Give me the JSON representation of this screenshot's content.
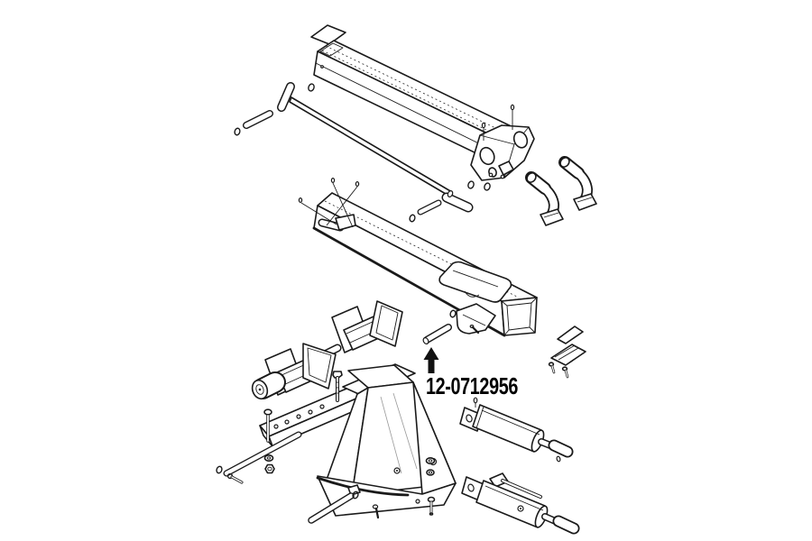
{
  "page": {
    "background_color": "#ffffff"
  },
  "diagram": {
    "kind": "exploded-parts-line-drawing",
    "line_color": "#1a1a1a",
    "callout": {
      "part_number": "12-0712956",
      "arrow_icon": "up-arrow-icon",
      "arrow_direction": "up",
      "color": "#000000"
    },
    "parts": [
      {
        "id": "top-cover-plate",
        "name": "cover plate"
      },
      {
        "id": "upper-beam",
        "name": "upper beam tube"
      },
      {
        "id": "slide-rod",
        "name": "slide rod with cross pins"
      },
      {
        "id": "clevis-pin-upper",
        "name": "clevis pin with ring"
      },
      {
        "id": "pivot-bracket",
        "name": "pivot bracket with bosses"
      },
      {
        "id": "lock-handle-left",
        "name": "lock handle"
      },
      {
        "id": "lock-handle-right",
        "name": "lock handle"
      },
      {
        "id": "lower-beam",
        "name": "lower beam tube"
      },
      {
        "id": "wedge-plate",
        "name": "wedge slide plate"
      },
      {
        "id": "slide-shoe",
        "name": "slide shoe"
      },
      {
        "id": "retaining-pin-mid",
        "name": "retaining pin with ring"
      },
      {
        "id": "callout-pin",
        "name": "pin 12-0712956"
      },
      {
        "id": "roller-assembly-upper",
        "name": "roller bracket assembly"
      },
      {
        "id": "roller-assembly-lower",
        "name": "roller bracket assembly"
      },
      {
        "id": "support-foot-assembly",
        "name": "wedge support foot assembly"
      },
      {
        "id": "clevis-rod-lower-left",
        "name": "clevis rod with cotter pin"
      },
      {
        "id": "clevis-rod-bottom",
        "name": "clevis rod"
      },
      {
        "id": "hydraulic-cylinder-upper",
        "name": "hydraulic cylinder"
      },
      {
        "id": "hydraulic-cylinder-lower",
        "name": "hydraulic cylinder with rod"
      },
      {
        "id": "mounting-plate-flat",
        "name": "mounting plate"
      },
      {
        "id": "mounting-plate-channel",
        "name": "mounting strap"
      },
      {
        "id": "fastener-screws-right",
        "name": "screws"
      },
      {
        "id": "fastener-bolts-washers",
        "name": "bolts, washers, nuts"
      }
    ]
  }
}
